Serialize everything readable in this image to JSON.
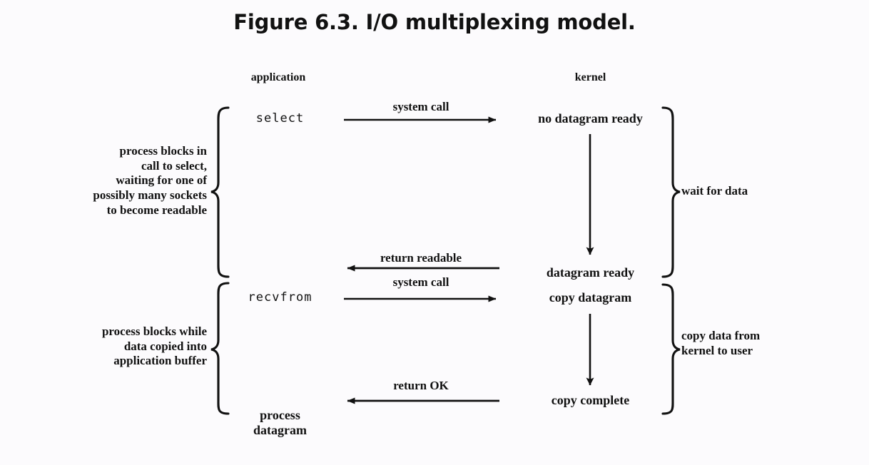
{
  "figure": {
    "title": "Figure 6.3. I/O multiplexing model.",
    "columns": {
      "left": "application",
      "right": "kernel"
    },
    "application_nodes": [
      {
        "id": "select",
        "label": "select",
        "style": "mono"
      },
      {
        "id": "recvfrom",
        "label": "recvfrom",
        "style": "mono"
      },
      {
        "id": "process-datagram",
        "label": "process\ndatagram",
        "style": "serif"
      }
    ],
    "kernel_nodes": [
      {
        "id": "no-datagram-ready",
        "label": "no datagram ready"
      },
      {
        "id": "datagram-ready",
        "label": "datagram ready"
      },
      {
        "id": "copy-datagram",
        "label": "copy datagram"
      },
      {
        "id": "copy-complete",
        "label": "copy complete"
      }
    ],
    "arrows": [
      {
        "id": "system-call-1",
        "label": "system call",
        "direction": "right"
      },
      {
        "id": "return-readable",
        "label": "return readable",
        "direction": "left"
      },
      {
        "id": "system-call-2",
        "label": "system call",
        "direction": "right"
      },
      {
        "id": "return-ok",
        "label": "return OK",
        "direction": "left"
      }
    ],
    "vertical_arrows": [
      {
        "id": "wait-arrow",
        "from": "no datagram ready",
        "to": "datagram ready"
      },
      {
        "id": "copy-arrow",
        "from": "copy datagram",
        "to": "copy complete"
      }
    ],
    "left_annotations": [
      {
        "id": "process-blocks-select",
        "lines": [
          "process blocks in",
          "call to select,",
          "waiting for one of",
          "possibly many sockets",
          "to become readable"
        ],
        "text": "process blocks in\ncall to select,\nwaiting for one of\npossibly many sockets\nto become readable"
      },
      {
        "id": "process-blocks-copy",
        "lines": [
          "process blocks while",
          "data copied into",
          "application buffer"
        ],
        "text": "process blocks while\ndata copied into\napplication buffer"
      }
    ],
    "right_annotations": [
      {
        "id": "wait-for-data",
        "lines": [
          "wait for data"
        ],
        "text": "wait for data"
      },
      {
        "id": "copy-data-from-kernel",
        "lines": [
          "copy data from",
          "kernel to user"
        ],
        "text": "copy data from\nkernel to user"
      }
    ],
    "colors": {
      "background": "#fcfbfd",
      "ink": "#111111"
    }
  }
}
